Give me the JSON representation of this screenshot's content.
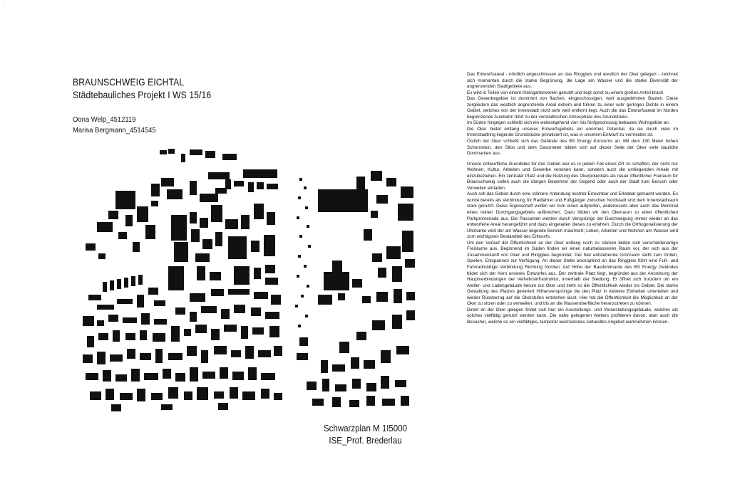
{
  "header": {
    "title": "BRAUNSCHWEIG EICHTAL",
    "subtitle": "Städtebauliches Projekt I WS 15/16"
  },
  "authors": [
    "Oona Welp_4512119",
    "Marisa Bergmann_4514545"
  ],
  "caption": {
    "line1": "Schwarzplan M 1I5000",
    "line2": "ISE_Prof. Brederlau"
  },
  "colors": {
    "ink": "#111111",
    "paper": "#ffffff"
  },
  "body_text": {
    "para1": "Das Entwurfsareal - nördlich angeschlossen an das Ringgleis und westlich der Oker gelegen - zeichnet sich momentan durch die starke Begrünung, die Lage am Wasser und die starke Diversität der angrenzenden Stadtgebiete aus.\nEs wird in Teilen von einem Kleingartenverein genutzt und liegt sonst zu einem großen Anteil brach.\nDas Gewerbegebiet ist dominiert von flachen, eingeschossigen, weit ausgedehnten Bauten. Diese zergliedern das westlich angrenzende Areal extrem und führen zu einer sehr geringen Dichte in einem Gebiet, welches von der Innenstadt nicht sehr weit entfernt liegt. Auch die das Entwurfsareal im Norden begrenzende Autobahn führt zu der vorstädtischen Atmosphäre des Grundstücks.\nIm Süden hingegen schließt sich ein weitestgehend vier- bis fünfgeschossig bebautes Wohngebiet an.\nDie Oker bietet entlang unseres Entwurfsgebiets ein enormes Potential, da sie durch viele im Innenstadtring liegende Grundstücke privatisiert ist, was in unserem Entwurf zu vermeiden ist.\nÖstlich der Oker schließt sich das Gelände des BS Energy Konzerns an. Mit dem 190 Meter hohen Schornstein, den Silos und dem Gasometer bilden sich auf dieser Seite der Oker viele bauliche Dominanten aus.",
    "para2": "Unsere entwurfliche Grundidee für das Gebiet war es in jedem Fall einen Ort zu schaffen, der nicht nur Wohnen, Kultur, Arbeiten und Gewerbe vereinen kann, sondern auch die umliegenden Areale mit einzubeziehen. Ein zentraler Platz und die Nutzung des Okerpotentials als neuer öffentlicher Freiraum für Braunschweig sollen auch die übrigen Bewohner der Gegend oder auch der Stadt zum Besuch oder Verweilen einladen.\nAuch soll das Gebiet durch eine stärkere Anbindung leichter Erreichbar und Erlebbar gemacht werden. Es wurde bereits als Verbindung für Radfahrer und Fußgänger zwischen Nordstadt und dem Innenstadtraum stark genutzt. Diese Eigenschaft wollen wir zum einen aufgreifen, andererseits aber auch das Merkmal eines reinen Durchgangsgebiets aufbrechen. Dazu bilden wir den Okerraum zu einer öffentlichen Parkpromenade aus. Die Passanten werden durch Versprünge der Durchwegung immer wieder an das entworfene Areal herangeführt und dazu eingeladen dieses zu erfahren. Durch die Orthogonalisierung der Uferkante wird der am Wasser liegende Bereich maximiert; Leben, Arbeiten und Wohnen am Wasser wird zum wichtigsten Bestandteil des Entwurfs.\nUm den Verlauf der Öffentlichkeit an der Oker entlang noch zu stärken bilden sich verschiedenartige Freiräume aus. Beginnend im Süden finden wir einen naturbelassenen Raum vor, der sich aus der Zusammenkunft von Oker und Ringgleis begründet. Der hier entstehende Grünraum steht zum Grillen, Spielen, Entspannen zur Verfügung. An dieser Stelle anknüpfend an das Ringgleis führt eine Fuß- und Fahrradmäßige Verbindung Richtung Norden. Auf Höhe der Baudominante des BS Energy Geländes bildet sich der Kern unseres Entwurfes aus. Der zentrale Platz liegt, begründet aus der Anordnung der Hauptverbindungen der Verkehrsinfrastruktur, innerhalb der Siedlung. Er öffnet sich trotzdem um ein Atelier- und Ladengebäude herum zur Oker und zieht so die Öffentlichkeit wieder ins Gebiet. Die starke Gestaltung des Platzes generiert Höhenversprünge die den Platz in kleinere Einheiten unterteilen und wieder Rückbezug auf die Okerstufen entstehen lässt. Hier hat die Öffentlichkeit die Möglichkeit an der Oker zu sitzen oder zu verweilen, und bis an die Wasseroberfläche heranzutreten zu können.\nDirekt an der Oker gelegen findet sich hier ein Ausstellungs- und Veranstaltungsgebäude, welches als solches vielfältig genutzt werden kann. Die nahe gelegenen Ateliers profitieren davon, aber auch die Besucher, welche so ein vielfältiges, temporär wechselndes kulturelles Angebot wahrnehmen können."
  }
}
